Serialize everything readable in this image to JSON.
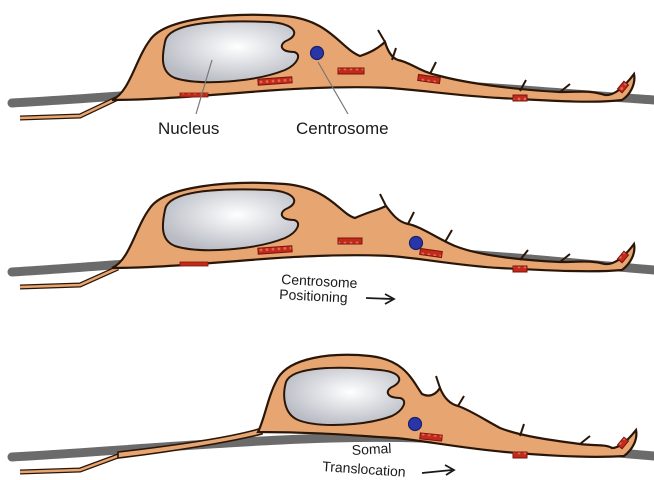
{
  "panels": [
    {
      "labels": [
        "Nucleus",
        "Centrosome"
      ]
    },
    {
      "labels": [
        "Centrosome",
        "Positioning"
      ]
    },
    {
      "labels": [
        "Somal",
        "Translocation"
      ]
    }
  ],
  "colors": {
    "cell_body": "#e7a671",
    "cell_outline": "#2a1608",
    "nucleus": "#c9ccd3",
    "centrosome": "#2a36a8",
    "adhesion": "#c42a1c",
    "fiber": "#6b6b6b"
  }
}
